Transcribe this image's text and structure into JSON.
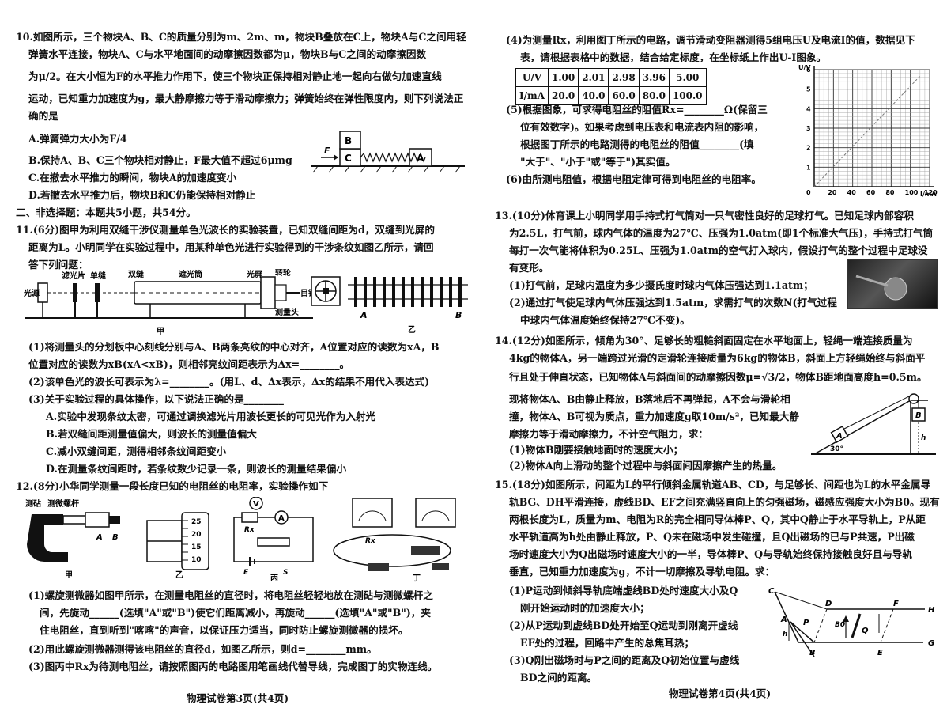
{
  "left_page": {
    "q10": [
      "10.如图所示，三个物块A、B、C的质量分别为m、2m、m，物块B叠放在C上，物块A与C之间用轻",
      "弹簧水平连接，物块A、C与水平地面间的动摩擦因数都为μ，物块B与C之间的动摩擦因数",
      "为μ/2。在大小恒为F的水平推力作用下，使三个物块正保持相对静止地一起向右做匀加速直线",
      "运动，已知重力加速度为g，最大静摩擦力等于滑动摩擦力；弹簧始终在弹性限度内，则下列说法正",
      "确的是"
    ],
    "q10_options": [
      "A.弹簧弹力大小为F/4",
      "B.保持A、B、C三个物块相对静止，F最大值不超过6μmg",
      "C.在撤去水平推力的瞬间，物块A的加速度变小",
      "D.若撤去水平推力后，物块B和C仍能保持相对静止"
    ],
    "q10_fig": {
      "block_b": "B",
      "block_c": "C",
      "block_a": "A",
      "force": "F"
    },
    "section2": "二、非选择题：本题共5小题，共54分。",
    "q11": [
      "11.(6分)图甲为利用双缝干涉仪测量单色光波长的实验装置，已知双缝间距为d，双缝到光屏的",
      "距离为L。小明同学在实验过程中，用某种单色光进行实验得到的干涉条纹如图乙所示，请回",
      "答下列问题："
    ],
    "q11_fig": {
      "labels": [
        "光源",
        "滤光片",
        "单缝",
        "双缝",
        "遮光筒",
        "光屏",
        "转轮",
        "目镜",
        "测量头"
      ],
      "caption_a": "甲",
      "caption_b": "乙",
      "mark_a": "A",
      "mark_b": "B"
    },
    "q11_parts": [
      "(1)将测量头的分划板中心刻线分别与A、B两条亮纹的中心对齐，A位置对应的读数为xA，B",
      "位置对应的读数为xB(xA<xB)，则相邻亮纹间距表示为Δx=________。",
      "(2)该单色光的波长可表示为λ=________。(用L、d、Δx表示，Δx的结果不用代入表达式)",
      "(3)关于实验过程的具体操作，以下说法正确的是________",
      "A.实验中发现条纹太密，可通过调换滤光片用波长更长的可见光作为入射光",
      "B.若双缝间距测量值偏大，则波长的测量值偏大",
      "C.减小双缝间距，测得相邻条纹间距变小",
      "D.在测量条纹间距时，若条纹数少记录一条，则波长的测量结果偏小"
    ],
    "q12": "12.(8分)小华同学测量一段长度已知的电阻丝的电阻率，实验操作如下",
    "q12_fig": {
      "labels": [
        "测砧",
        "测微螺杆"
      ],
      "mark_a": "A",
      "mark_b": "B",
      "scale": [
        "25",
        "20",
        "15",
        "10"
      ],
      "meters": [
        "V",
        "A",
        "Rx",
        "E",
        "S"
      ],
      "captions": [
        "甲",
        "乙",
        "丙",
        "丁"
      ]
    },
    "q12_parts": [
      "(1)螺旋测微器如图甲所示，在测量电阻丝的直径时，将电阻丝轻轻地放在测砧与测微螺杆之",
      "间，先旋动______(选填\"A\"或\"B\")使它们距离减小，再旋动______(选填\"A\"或\"B\")，夹",
      "住电阻丝，直到听到\"喀喀\"的声音，以保证压力适当，同时防止螺旋测微器的损坏。",
      "(2)用此螺旋测微器测得该电阻丝的直径d，如图乙所示，则d=________mm。",
      "(3)图丙中Rx为待测电阻丝，请按照图丙的电路图用笔画线代替导线，完成图丁的实物连线。"
    ],
    "footer": "物理试卷第3页(共4页)"
  },
  "right_page": {
    "q12_cont": [
      "(4)为测量Rx，利用图丁所示的电路，调节滑动变阻器测得5组电压U及电流I的值，数据见下",
      "表，请根据表格中的数据，结合给定标度，在坐标纸上作出U-I图象。"
    ],
    "table": {
      "row_u_label": "U/V",
      "row_u": [
        "1.00",
        "2.01",
        "2.98",
        "3.96",
        "5.00"
      ],
      "row_i_label": "I/mA",
      "row_i": [
        "20.0",
        "40.0",
        "60.0",
        "80.0",
        "100.0"
      ]
    },
    "q12_more": [
      "(5)根据图象，可求得电阻丝的阻值Rx=________Ω(保留三",
      "位有效数字)。如果考虑到电压表和电流表内阻的影响，",
      "根据图丁所示的电路测得的电阻丝的阻值________(填",
      "\"大于\"、\"小于\"或\"等于\")其实值。",
      "(6)由所测电阻值，根据电阻定律可得到电阻丝的电阻率。"
    ],
    "graph": {
      "y_label": "U/V",
      "x_label": "I/mA",
      "origin": "0",
      "y_ticks": [
        "1",
        "2",
        "3",
        "4",
        "5",
        "6"
      ],
      "x_ticks": [
        "20",
        "40",
        "60",
        "80",
        "100",
        "120"
      ]
    },
    "q13": [
      "13.(10分)体育课上小明同学用手持式打气筒对一只气密性良好的足球打气。已知足球内部容积",
      "为2.5L，打气前，球内气体的温度为27℃、压强为1.0atm(即1个标准大气压)，手持式打气筒",
      "每打一次气能将体积为0.25L、压强为1.0atm的空气打入球内，假设打气的整个过程中足球没",
      "有变形。",
      "(1)打气前，足球内温度为多少摄氏度时球内气体压强达到1.1atm；",
      "(2)通过打气使足球内气体压强达到1.5atm，求需打气的次数N(打气过程",
      "中球内气体温度始终保持27℃不变)。"
    ],
    "q14": [
      "14.(12分)如图所示，倾角为30°、足够长的粗糙斜面固定在水平地面上，轻绳一端连接质量为",
      "4kg的物体A，另一端跨过光滑的定滑轮连接质量为6kg的物体B，斜面上方轻绳始终与斜面平",
      "行且处于伸直状态，已知物体A与斜面间的动摩擦因数μ=√3/2，物体B距地面高度h=0.5m。"
    ],
    "q14_more": [
      "现将物体A、B由静止释放，B落地后不再弹起，A不会与滑轮相",
      "撞，物体A、B可视为质点，重力加速度g取10m/s²，已知最大静",
      "摩擦力等于滑动摩擦力，不计空气阻力，求：",
      "(1)物体B刚要接触地面时的速度大小；",
      "(2)物体A向上滑动的整个过程中与斜面间因摩擦产生的热量。"
    ],
    "q14_fig": {
      "angle": "30°",
      "block_a": "A",
      "block_b": "B",
      "height": "h"
    },
    "q15": [
      "15.(18分)如图所示，间距为L的平行倾斜金属轨道AB、CD，与足够长、间距也为L的水平金属导",
      "轨BG、DH平滑连接，虚线BD、EF之间充满竖直向上的匀强磁场，磁感应强度大小为B0。现有",
      "两根长度为L，质量为m、电阻为R的完全相同导体棒P、Q，其中Q静止于水平导轨上，P从距",
      "水平轨道高为h处由静止释放，P、Q未在磁场中发生碰撞，且Q出磁场的已与P共速，P出磁",
      "场时速度大小为Q出磁场时速度大小的一半，导体棒P、Q与导轨始终保持接触良好且与导轨",
      "垂直，已知重力加速度为g，不计一切摩擦及导轨电阻。求："
    ],
    "q15_parts": [
      "(1)P运动到倾斜导轨底端虚线BD处时速度大小及Q",
      "刚开始运动时的加速度大小；",
      "(2)从P运动到虚线BD处开始至Q运动到刚离开虚线",
      "EF处的过程，回路中产生的总焦耳热；",
      "(3)Q刚出磁场时与P之间的距离及Q初始位置与虚线",
      "BD之间的距离。"
    ],
    "q15_fig": {
      "labels": [
        "C",
        "D",
        "F",
        "H",
        "A",
        "P",
        "Q",
        "B0",
        "h",
        "B",
        "E",
        "G"
      ]
    },
    "footer": "物理试卷第4页(共4页)"
  }
}
